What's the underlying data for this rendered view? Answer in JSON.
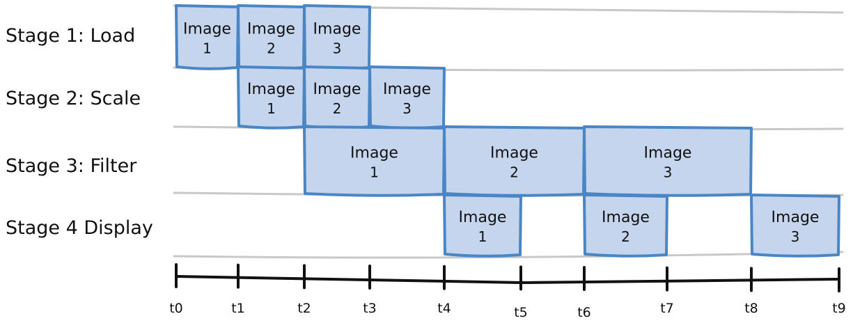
{
  "stages": [
    {
      "label": "Stage 1: Load"
    },
    {
      "label": "Stage 2: Scale"
    },
    {
      "label": "Stage 3: Filter"
    },
    {
      "label": "Stage 4 Display"
    }
  ],
  "blocks": [
    {
      "stage": 0,
      "start": 0,
      "end": 1,
      "text": "Image",
      "num": "1"
    },
    {
      "stage": 0,
      "start": 1,
      "end": 2,
      "text": "Image",
      "num": "2"
    },
    {
      "stage": 0,
      "start": 2,
      "end": 3,
      "text": "Image",
      "num": "3"
    },
    {
      "stage": 1,
      "start": 1,
      "end": 2,
      "text": "Image",
      "num": "1"
    },
    {
      "stage": 1,
      "start": 2,
      "end": 3,
      "text": "Image",
      "num": "2"
    },
    {
      "stage": 1,
      "start": 3,
      "end": 4,
      "text": "Image",
      "num": "3"
    },
    {
      "stage": 2,
      "start": 2,
      "end": 4,
      "text": "Image",
      "num": "1"
    },
    {
      "stage": 2,
      "start": 4,
      "end": 6,
      "text": "Image",
      "num": "2"
    },
    {
      "stage": 2,
      "start": 6,
      "end": 8,
      "text": "Image",
      "num": "3"
    },
    {
      "stage": 3,
      "start": 4,
      "end": 5,
      "text": "Image",
      "num": "1"
    },
    {
      "stage": 3,
      "start": 6,
      "end": 7,
      "text": "Image",
      "num": "2"
    },
    {
      "stage": 3,
      "start": 8,
      "end": 9,
      "text": "Image",
      "num": "3"
    }
  ],
  "ticks": [
    "t0",
    "t1",
    "t2",
    "t3",
    "t4",
    "t5",
    "t6",
    "t7",
    "t8",
    "t9"
  ],
  "colors": {
    "block_fill": "#c5d5ed",
    "block_stroke": "#4a86c5",
    "row_line": "#c8c8c8",
    "axis": "#111111"
  }
}
